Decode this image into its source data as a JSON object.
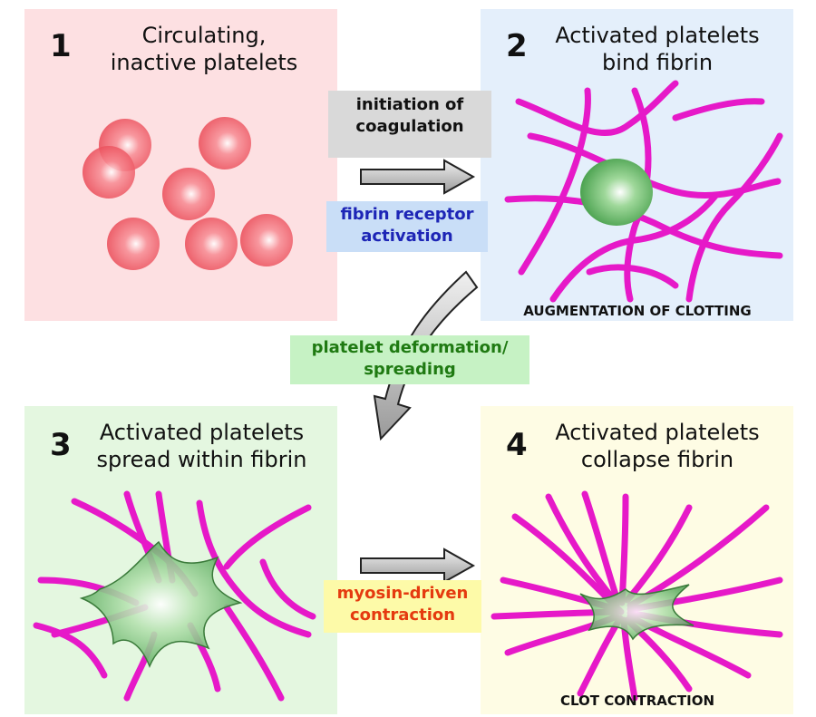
{
  "panels": [
    {
      "number": "1",
      "title_lines": [
        "Circulating,",
        "inactive platelets"
      ],
      "caption": ""
    },
    {
      "number": "2",
      "title_lines": [
        "Activated platelets",
        "bind fibrin"
      ],
      "caption": "AUGMENTATION OF CLOTTING"
    },
    {
      "number": "3",
      "title_lines": [
        "Activated platelets",
        "spread within fibrin"
      ],
      "caption": ""
    },
    {
      "number": "4",
      "title_lines": [
        "Activated platelets",
        "collapse fibrin"
      ],
      "caption": "CLOT CONTRACTION"
    }
  ],
  "transitions": {
    "initiation": [
      "initiation of",
      "coagulation"
    ],
    "receptor": [
      "fibrin receptor",
      "activation"
    ],
    "deformation": [
      "platelet deformation/",
      "spreading"
    ],
    "myosin": [
      "myosin-driven",
      "contraction"
    ]
  },
  "colors": {
    "panel1_bg": "#fde0e2",
    "panel2_bg": "#e4effb",
    "panel3_bg": "#e4f7e0",
    "panel4_bg": "#fefce4",
    "fibrin": "#e619c8",
    "platelet_inactive": "#ef4a57",
    "platelet_active": "#4caf50",
    "receptor_text": "#1d25b6",
    "deformation_text": "#1f7a12",
    "myosin_text": "#e53a0f"
  },
  "icons": [
    "arrow-right-icon",
    "curved-arrow-icon"
  ]
}
